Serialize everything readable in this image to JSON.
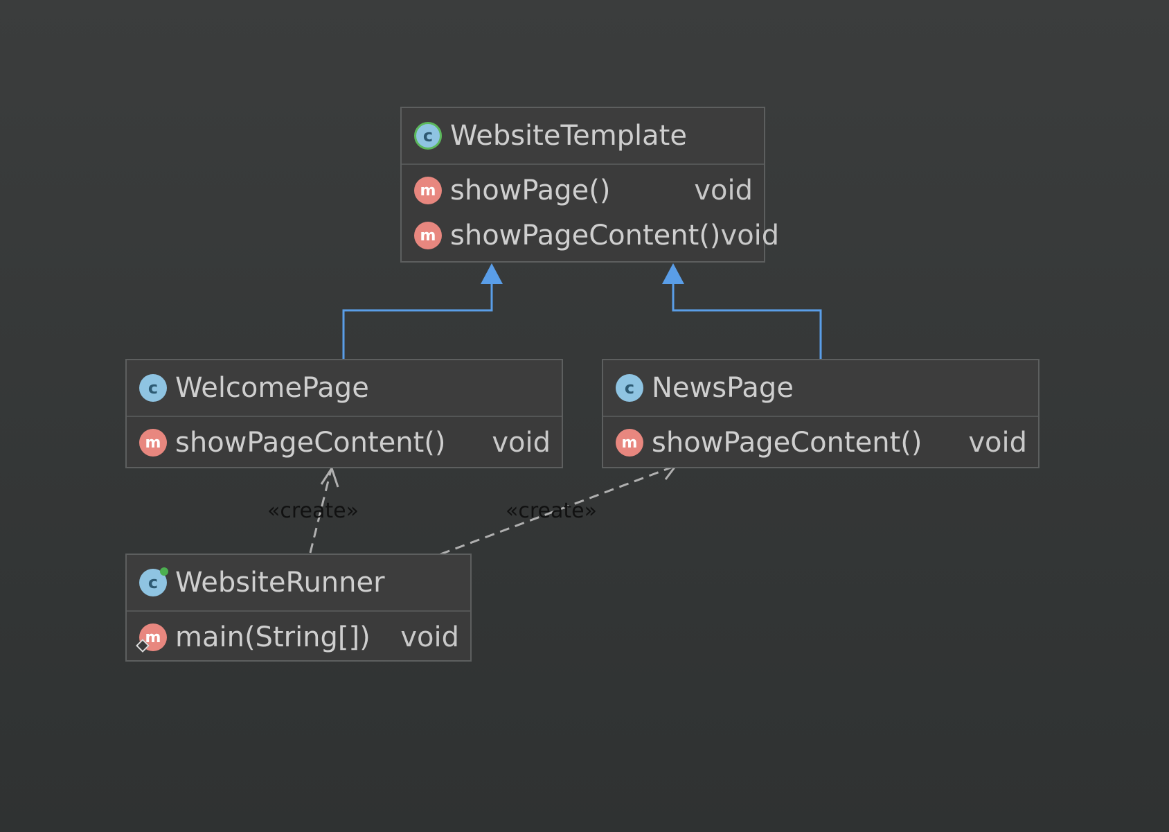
{
  "classes": {
    "website_template": {
      "name": "WebsiteTemplate",
      "icon": "abstract-class-icon",
      "methods": [
        {
          "name": "showPage()",
          "type": "void",
          "icon": "method-icon"
        },
        {
          "name": "showPageContent()",
          "type": "void",
          "icon": "abstract-method-icon"
        }
      ]
    },
    "welcome_page": {
      "name": "WelcomePage",
      "icon": "class-icon",
      "methods": [
        {
          "name": "showPageContent()",
          "type": "void",
          "icon": "method-icon"
        }
      ]
    },
    "news_page": {
      "name": "NewsPage",
      "icon": "class-icon",
      "methods": [
        {
          "name": "showPageContent()",
          "type": "void",
          "icon": "method-icon"
        }
      ]
    },
    "website_runner": {
      "name": "WebsiteRunner",
      "icon": "runnable-class-icon",
      "methods": [
        {
          "name": "main(String[])",
          "type": "void",
          "icon": "static-method-icon"
        }
      ]
    }
  },
  "relations": {
    "create_welcome": "«create»",
    "create_news": "«create»"
  },
  "colors": {
    "background": "#353737",
    "inheritance_arrow": "#5a9ee8",
    "dependency_arrow": "#b0b0b0"
  }
}
